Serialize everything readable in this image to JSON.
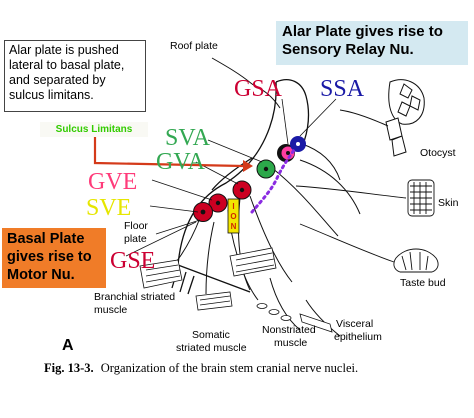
{
  "notes": {
    "alar_note": [
      "Alar plate is pushed",
      "lateral to basal plate,",
      "and separated by",
      "sulcus limitans."
    ],
    "alar_header": [
      "Alar Plate gives rise to",
      "Sensory Relay Nu."
    ],
    "basal_note": [
      "Basal Plate",
      "gives rise to",
      "Motor Nu."
    ],
    "sulcus_tag": "Sulcus Limitans"
  },
  "labels": {
    "roof_plate": "Roof plate",
    "otocyst": "Otocyst",
    "skin": "Skin",
    "taste_bud": "Taste bud",
    "floor_plate_1": "Floor",
    "floor_plate_2": "plate",
    "branchial_1": "Branchial striated",
    "branchial_2": "muscle",
    "somatic_1": "Somatic",
    "somatic_2": "striated muscle",
    "nonstriated_1": "Nonstriated",
    "nonstriated_2": "muscle",
    "visceral_1": "Visceral",
    "visceral_2": "epithelium",
    "panel_letter": "A",
    "ion_letters": [
      "I",
      "O",
      "N"
    ]
  },
  "nuclei": {
    "gsa": "GSA",
    "ssa": "SSA",
    "sva": "SVA",
    "gva": "GVA",
    "gve": "GVE",
    "sve": "SVE",
    "gse": "GSE"
  },
  "caption": {
    "bold": "Fig. 13-3.",
    "text": "Organization of the brain stem cranial nerve nuclei."
  },
  "colors": {
    "gsa": "#cc0033",
    "ssa": "#1a1aa6",
    "sva": "#33a852",
    "gva": "#33a852",
    "gve": "#ff3b7a",
    "sve": "#e6e600",
    "gse": "#cc0033",
    "basal_box": "#f07c28",
    "alar_header": "#d4e9f1",
    "sulcus_tag_text": "#33cc00",
    "sulcus_arrow": "#d43a1a",
    "ion_box": "#f2e600",
    "dotted_path": "#8a2be2"
  }
}
